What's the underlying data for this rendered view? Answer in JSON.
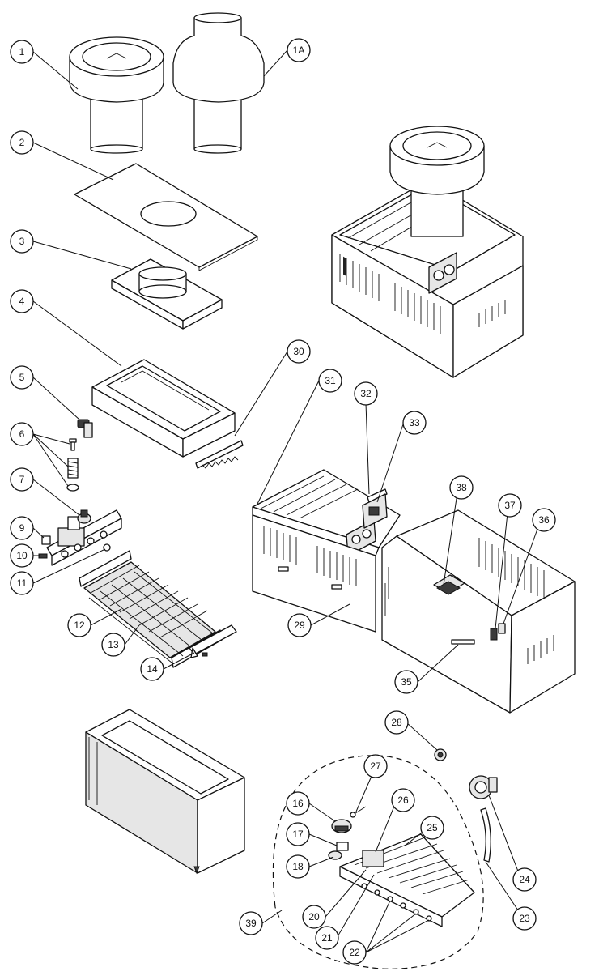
{
  "callouts": [
    {
      "id": "c1",
      "label": "1"
    },
    {
      "id": "c1a",
      "label": "1A"
    },
    {
      "id": "c2",
      "label": "2"
    },
    {
      "id": "c3",
      "label": "3"
    },
    {
      "id": "c4",
      "label": "4"
    },
    {
      "id": "c5",
      "label": "5"
    },
    {
      "id": "c6",
      "label": "6"
    },
    {
      "id": "c7",
      "label": "7"
    },
    {
      "id": "c9",
      "label": "9"
    },
    {
      "id": "c10",
      "label": "10"
    },
    {
      "id": "c11",
      "label": "11"
    },
    {
      "id": "c12",
      "label": "12"
    },
    {
      "id": "c13",
      "label": "13"
    },
    {
      "id": "c14",
      "label": "14"
    },
    {
      "id": "c16",
      "label": "16"
    },
    {
      "id": "c17",
      "label": "17"
    },
    {
      "id": "c18",
      "label": "18"
    },
    {
      "id": "c20",
      "label": "20"
    },
    {
      "id": "c21",
      "label": "21"
    },
    {
      "id": "c22",
      "label": "22"
    },
    {
      "id": "c23",
      "label": "23"
    },
    {
      "id": "c24",
      "label": "24"
    },
    {
      "id": "c25",
      "label": "25"
    },
    {
      "id": "c26",
      "label": "26"
    },
    {
      "id": "c27",
      "label": "27"
    },
    {
      "id": "c28",
      "label": "28"
    },
    {
      "id": "c29",
      "label": "29"
    },
    {
      "id": "c30",
      "label": "30"
    },
    {
      "id": "c31",
      "label": "31"
    },
    {
      "id": "c32",
      "label": "32"
    },
    {
      "id": "c33",
      "label": "33"
    },
    {
      "id": "c35",
      "label": "35"
    },
    {
      "id": "c36",
      "label": "36"
    },
    {
      "id": "c37",
      "label": "37"
    },
    {
      "id": "c38",
      "label": "38"
    },
    {
      "id": "c39",
      "label": "39"
    }
  ]
}
